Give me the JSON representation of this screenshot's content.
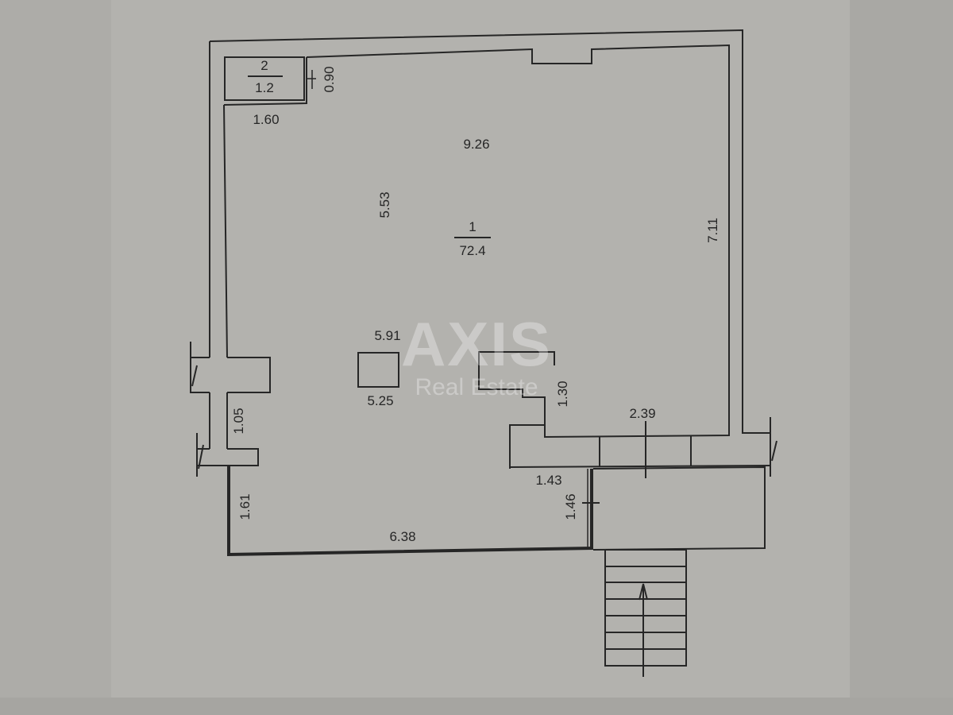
{
  "plan": {
    "background_color": "#b3b2ae",
    "line_color": "#262626",
    "rooms": [
      {
        "number": "1",
        "area": "72.4"
      },
      {
        "number": "2",
        "area": "1.2"
      }
    ],
    "dimensions": {
      "small_room_height": "0.90",
      "small_room_bottom": "1.60",
      "main_top_width": "9.26",
      "main_left_height": "5.53",
      "main_right_height": "7.11",
      "column_top": "5.91",
      "column_bottom": "5.25",
      "notch_height": "1.30",
      "entrance_width": "2.39",
      "left_wall_segment": "1.05",
      "lower_left_height": "1.61",
      "lower_bottom_width": "6.38",
      "lower_right_offset": "1.43",
      "lower_right_height": "1.46"
    },
    "stairs": {
      "steps": 7,
      "direction": "up"
    }
  },
  "watermark": {
    "brand": "AXIS",
    "tagline": "Real Estate"
  }
}
